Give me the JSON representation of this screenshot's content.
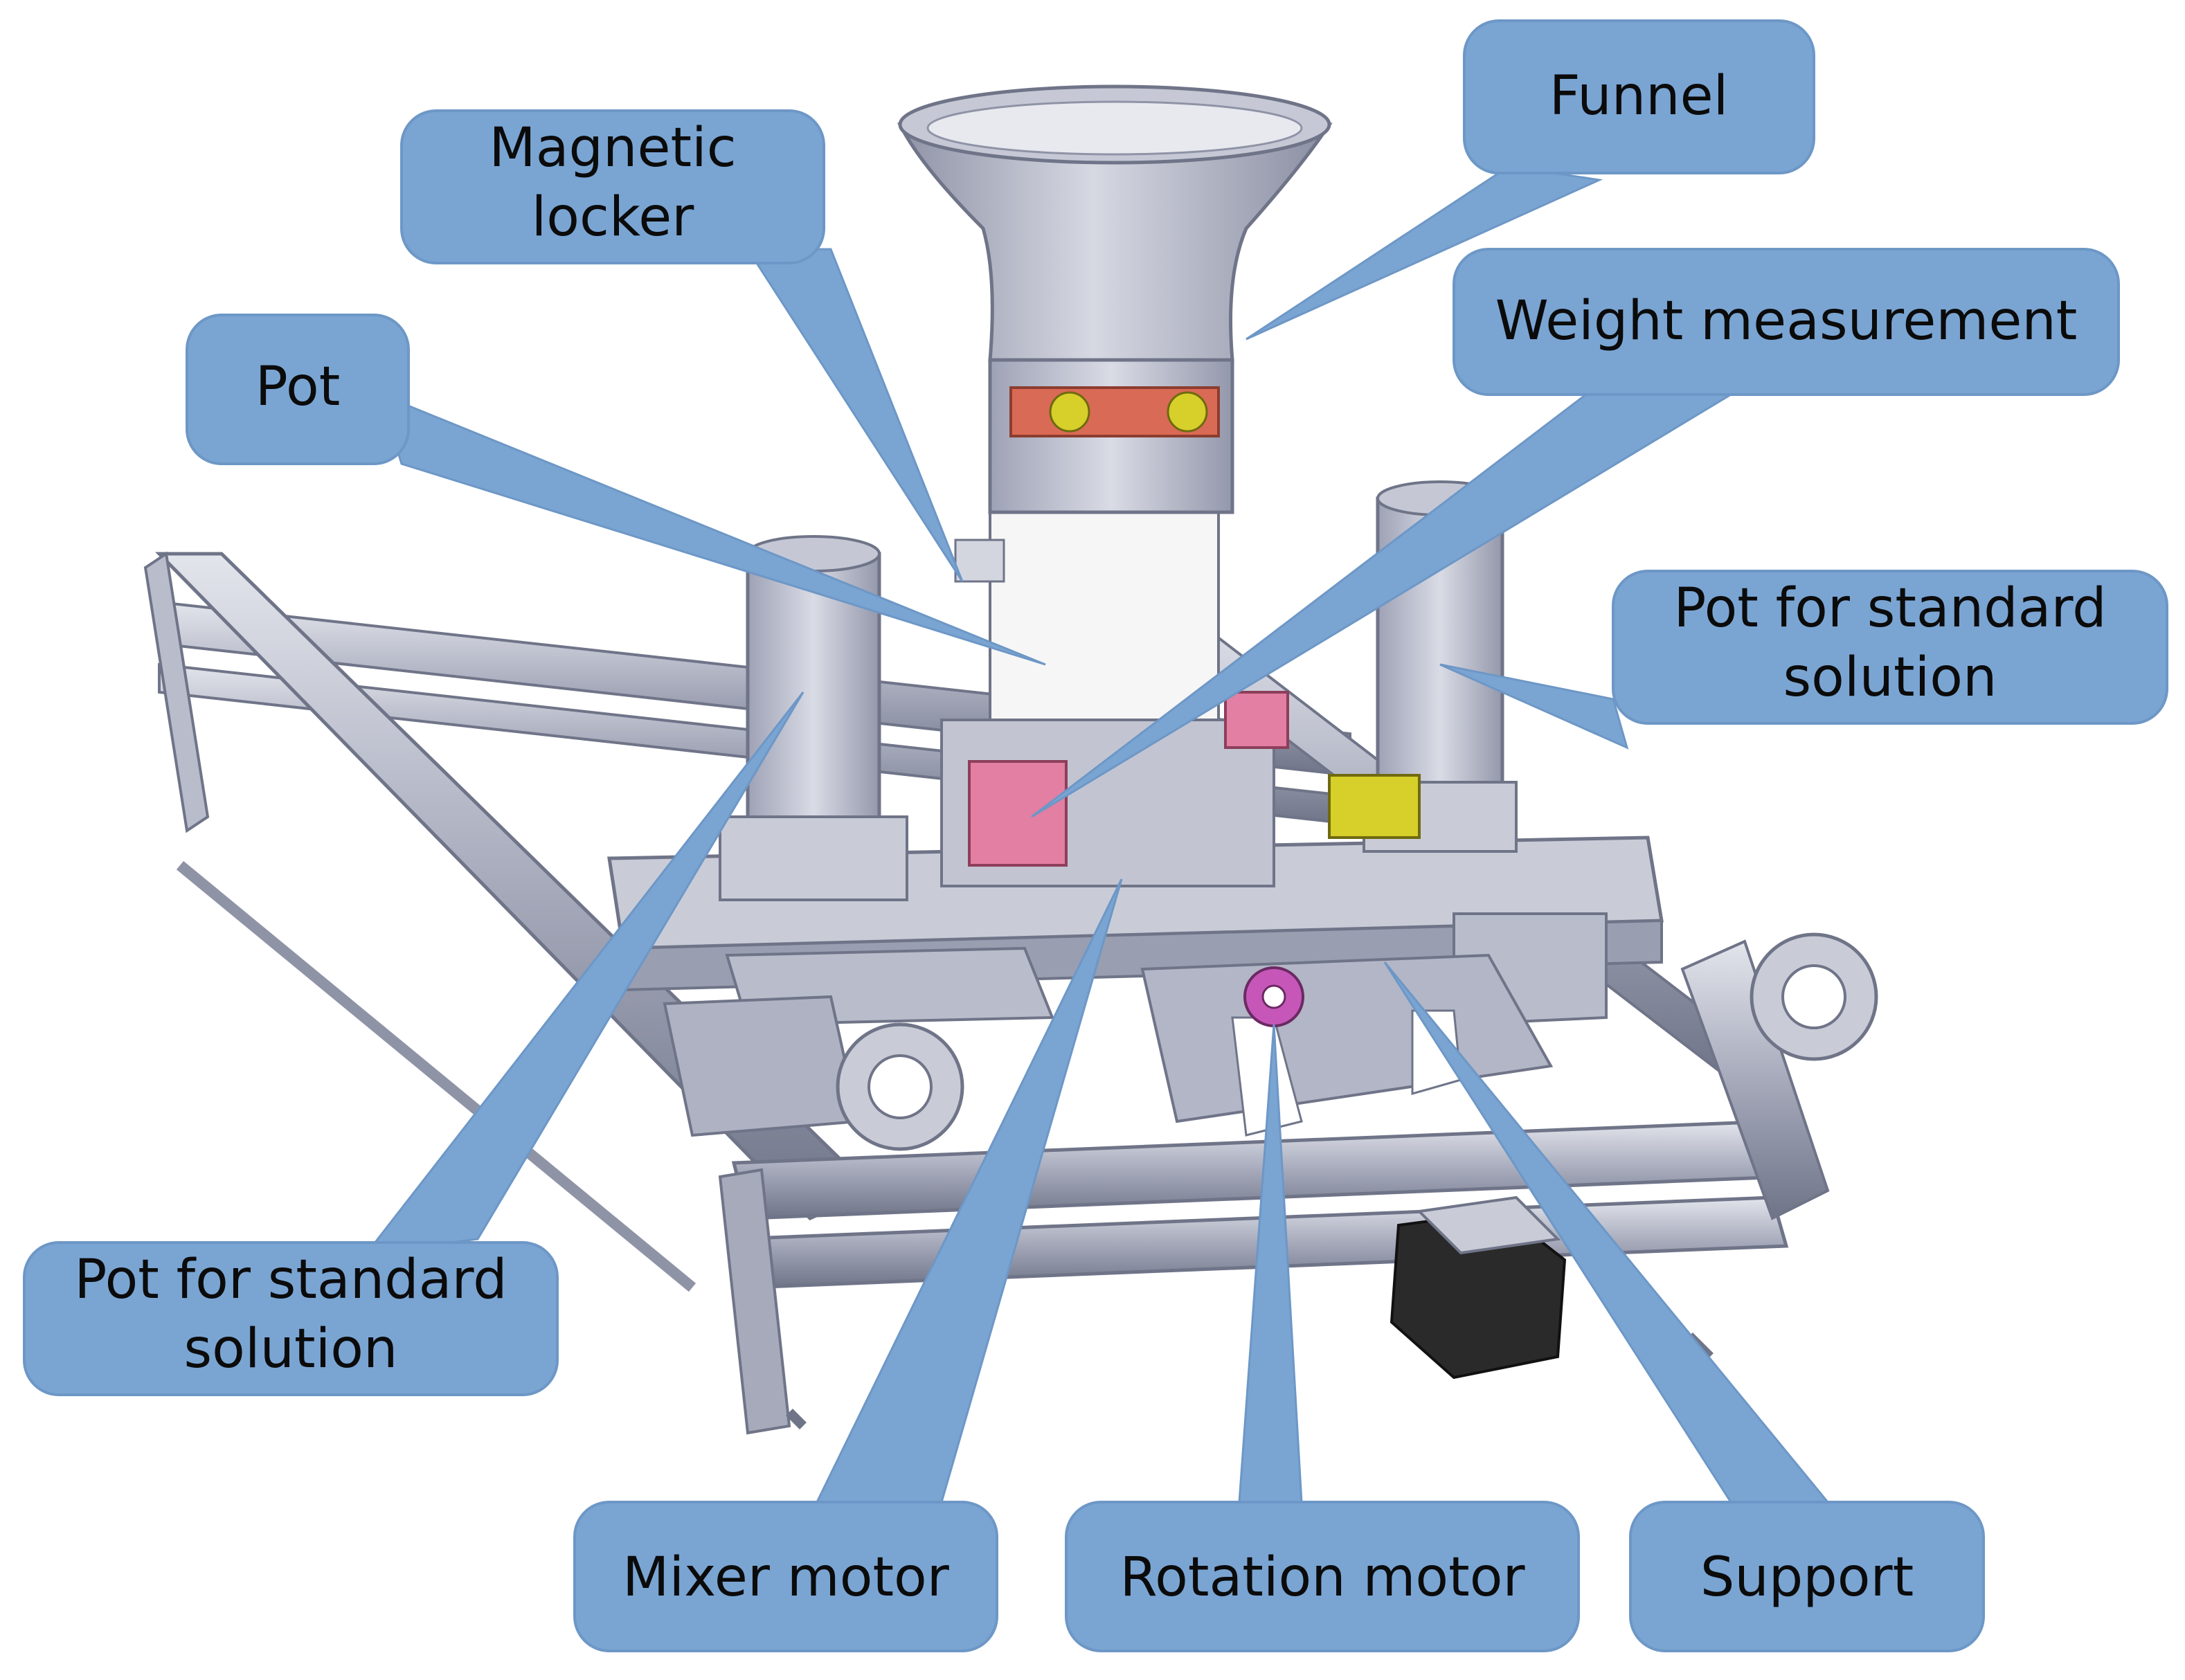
{
  "diagram": {
    "colors": {
      "callout_fill": "#7aa5d3",
      "callout_stroke": "#6d97c6",
      "callout_text": "#0b0b0b",
      "frame": "#b9bdcb",
      "frame_dark": "#7c8194",
      "frame_light": "#e3e5ec",
      "part_white": "#f6f6f6",
      "part_pink": "#e27fa2",
      "part_red": "#d96a55",
      "part_yellow": "#d7cf2a",
      "part_magenta": "#c657b8",
      "motor_black": "#2a2a2a"
    },
    "labels": {
      "funnel": "Funnel",
      "magnetic_locker_line1": "Magnetic",
      "magnetic_locker_line2": "locker",
      "weight_measurement": "Weight measurement",
      "pot": "Pot",
      "pot_standard_right_line1": "Pot for standard",
      "pot_standard_right_line2": "solution",
      "pot_standard_left_line1": "Pot for standard",
      "pot_standard_left_line2": "solution",
      "mixer_motor": "Mixer motor",
      "rotation_motor": "Rotation motor",
      "support": "Support"
    }
  }
}
